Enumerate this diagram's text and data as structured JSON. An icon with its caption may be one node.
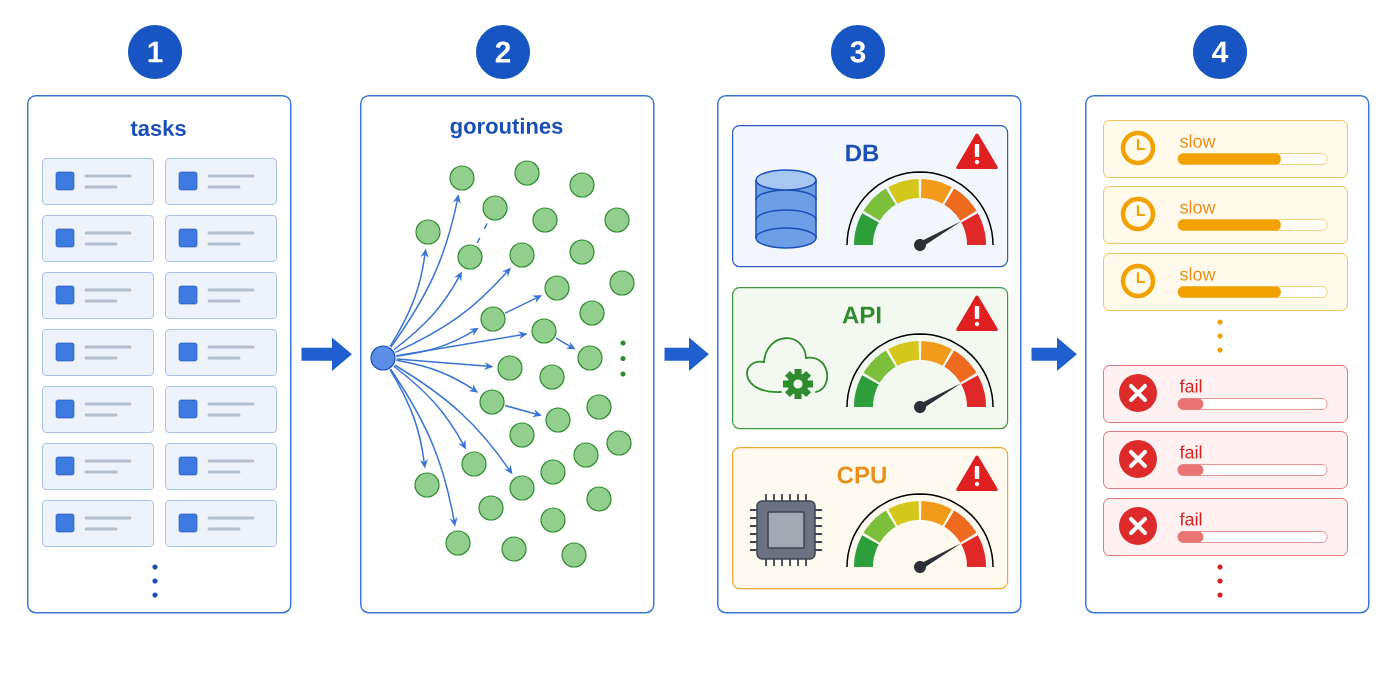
{
  "diagram": {
    "nodes": [
      {
        "text": [
          "1"
        ]
      },
      {
        "text": [
          "tasks"
        ]
      },
      {
        "text": [],
        "shape": "box",
        "in": 1
      },
      {
        "text": [],
        "shape": "box",
        "in": 1
      },
      {
        "text": [],
        "shape": "box",
        "in": 1
      },
      {
        "text": [],
        "shape": "box",
        "in": 1
      },
      {
        "text": [],
        "shape": "box",
        "in": 1
      },
      {
        "text": [],
        "shape": "box",
        "in": 1
      },
      {
        "text": [],
        "shape": "box",
        "in": 1
      },
      {
        "text": [],
        "shape": "box",
        "in": 1
      },
      {
        "text": [],
        "shape": "box",
        "in": 1
      },
      {
        "text": [],
        "shape": "box",
        "in": 1
      },
      {
        "text": [],
        "shape": "box",
        "in": 1
      },
      {
        "text": [],
        "shape": "box",
        "in": 1
      },
      {
        "text": [],
        "shape": "box",
        "in": 1
      },
      {
        "text": [],
        "shape": "box",
        "in": 1
      },
      {
        "text": [
          "2"
        ]
      },
      {
        "text": [
          "goroutines"
        ]
      },
      {
        "text": [],
        "shape": "circle",
        "in": 17
      },
      {
        "text": [],
        "shape": "circle",
        "in": 17
      },
      {
        "text": [],
        "shape": "circle",
        "in": 17
      },
      {
        "text": [],
        "shape": "circle",
        "in": 17
      },
      {
        "text": [],
        "shape": "circle",
        "in": 17
      },
      {
        "text": [],
        "shape": "circle",
        "in": 17
      },
      {
        "text": [],
        "shape": "circle",
        "in": 17
      },
      {
        "text": [],
        "shape": "circle",
        "in": 17
      },
      {
        "text": [],
        "shape": "circle",
        "in": 17
      },
      {
        "text": [],
        "shape": "circle",
        "in": 17
      },
      {
        "text": [],
        "shape": "circle",
        "in": 17
      },
      {
        "text": [],
        "shape": "circle",
        "in": 17
      },
      {
        "text": [],
        "shape": "circle",
        "in": 17
      },
      {
        "text": [],
        "shape": "circle",
        "in": 17
      },
      {
        "text": [],
        "shape": "circle",
        "in": 17
      },
      {
        "text": [],
        "shape": "circle",
        "in": 17
      },
      {
        "text": [],
        "shape": "circle",
        "in": 17
      },
      {
        "text": [],
        "shape": "circle",
        "in": 17
      },
      {
        "text": [],
        "shape": "circle",
        "in": 17
      },
      {
        "text": [],
        "shape": "circle",
        "in": 17
      },
      {
        "text": [],
        "shape": "circle",
        "in": 17
      },
      {
        "text": [],
        "shape": "circle",
        "in": 17
      },
      {
        "text": [],
        "shape": "circle",
        "in": 17
      },
      {
        "text": [],
        "shape": "circle",
        "in": 17
      },
      {
        "text": [],
        "shape": "circle",
        "in": 17
      },
      {
        "text": [],
        "shape": "circle",
        "in": 17
      },
      {
        "text": [],
        "shape": "circle",
        "in": 17
      },
      {
        "text": [],
        "shape": "circle",
        "in": 17
      },
      {
        "text": [],
        "shape": "circle",
        "in": 17
      },
      {
        "text": [],
        "shape": "circle",
        "in": 17
      },
      {
        "text": [],
        "shape": "circle",
        "in": 17
      },
      {
        "text": [],
        "shape": "circle",
        "in": 17
      },
      {
        "text": [],
        "shape": "circle",
        "in": 17
      },
      {
        "text": [],
        "shape": "circle",
        "in": 17
      },
      {
        "text": [],
        "shape": "circle",
        "in": 17
      },
      {
        "text": [
          "3"
        ]
      },
      {
        "text": [],
        "shape": "box"
      },
      {
        "text": [
          "DB"
        ],
        "in": 54
      },
      {
        "text": [
          "API"
        ],
        "in": 54
      },
      {
        "text": [
          "CPU"
        ],
        "in": 54
      },
      {
        "text": [
          "4"
        ]
      },
      {
        "text": [],
        "shape": "box"
      },
      {
        "text": [
          "slow"
        ],
        "in": 59
      },
      {
        "text": [
          "slow"
        ],
        "in": 59
      },
      {
        "text": [
          "slow"
        ],
        "in": 59
      },
      {
        "text": [
          "fail"
        ],
        "in": 59
      },
      {
        "text": [
          "fail"
        ],
        "in": 59
      },
      {
        "text": [
          "fail"
        ],
        "in": 59
      }
    ],
    "edges": [
      {
        "from": 1,
        "to": 17,
        "arrow": "to",
        "style": "thick"
      },
      {
        "from": 17,
        "to": 54,
        "arrow": "to",
        "style": "thick"
      },
      {
        "from": 54,
        "to": 59,
        "arrow": "to",
        "style": "thick"
      },
      {
        "from": 18,
        "to": 19,
        "arrow": "to"
      },
      {
        "from": 18,
        "to": 22,
        "arrow": "to"
      },
      {
        "from": 18,
        "to": 26,
        "arrow": "to"
      },
      {
        "from": 18,
        "to": 27,
        "arrow": "to"
      },
      {
        "from": 18,
        "to": 31,
        "arrow": "to"
      },
      {
        "from": 18,
        "to": 33,
        "arrow": "to"
      },
      {
        "from": 18,
        "to": 35,
        "arrow": "to"
      },
      {
        "from": 18,
        "to": 37,
        "arrow": "to"
      },
      {
        "from": 18,
        "to": 43,
        "arrow": "to"
      },
      {
        "from": 18,
        "to": 45,
        "arrow": "to"
      },
      {
        "from": 18,
        "to": 46,
        "arrow": "to"
      },
      {
        "from": 18,
        "to": 50,
        "arrow": "to"
      },
      {
        "from": 31,
        "to": 29,
        "arrow": "to"
      },
      {
        "from": 33,
        "to": 34,
        "arrow": "to"
      },
      {
        "from": 37,
        "to": 39,
        "arrow": "to"
      },
      {
        "from": 26,
        "to": 23,
        "arrow": "none",
        "style": "dashed"
      }
    ]
  }
}
